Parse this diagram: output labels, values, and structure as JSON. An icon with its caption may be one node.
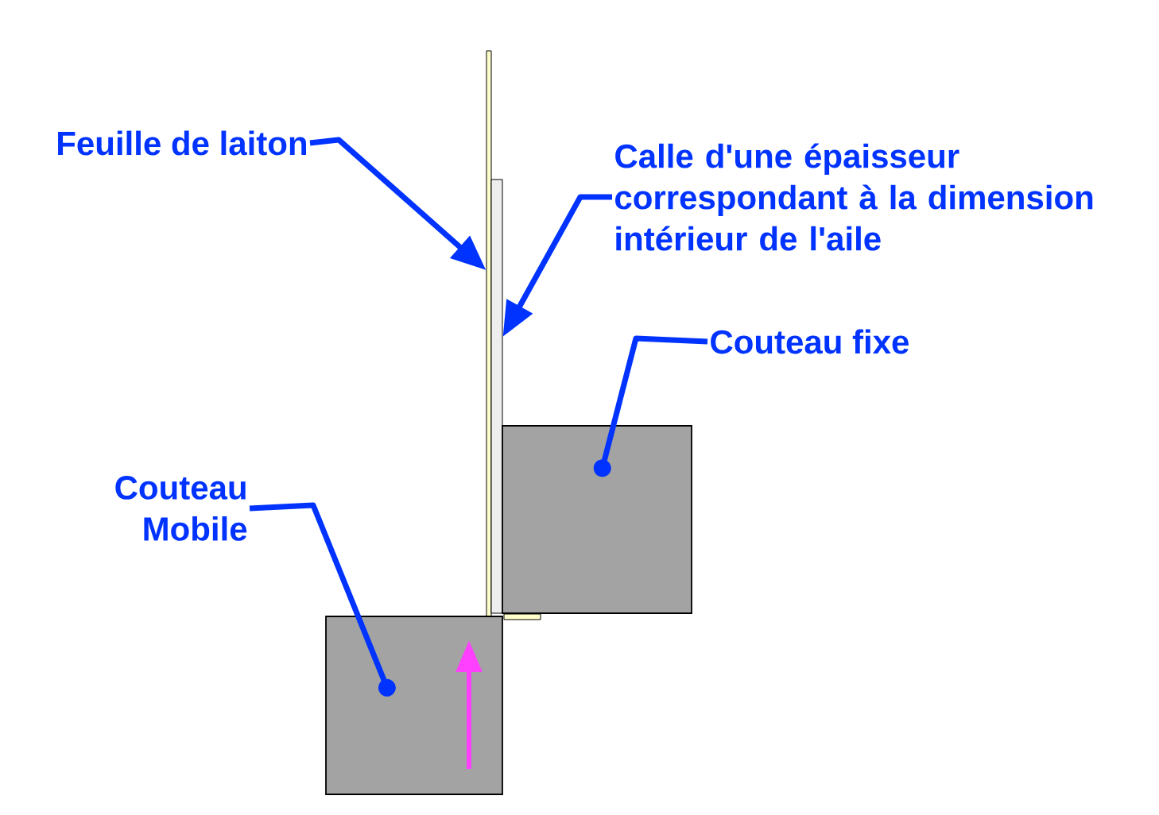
{
  "diagram": {
    "nodes": [
      {
        "text": [
          "Feuille de laiton"
        ]
      },
      {
        "text": [],
        "shape": "bar"
      },
      {
        "text": [
          "Calle d'une épaisseur correspondant à la dimension intérieur de l'aile"
        ]
      },
      {
        "text": [],
        "shape": "bar"
      },
      {
        "text": [
          "Couteau fixe"
        ]
      },
      {
        "text": [],
        "shape": "box"
      },
      {
        "text": [
          "Couteau Mobile"
        ]
      },
      {
        "text": [],
        "shape": "box"
      }
    ],
    "edges": [
      {
        "from": 0,
        "to": 1,
        "arrow": "to"
      },
      {
        "from": 2,
        "to": 3,
        "arrow": "to"
      },
      {
        "from": 4,
        "to": 5,
        "arrow": "other"
      },
      {
        "from": 6,
        "to": 7,
        "arrow": "other"
      }
    ]
  }
}
